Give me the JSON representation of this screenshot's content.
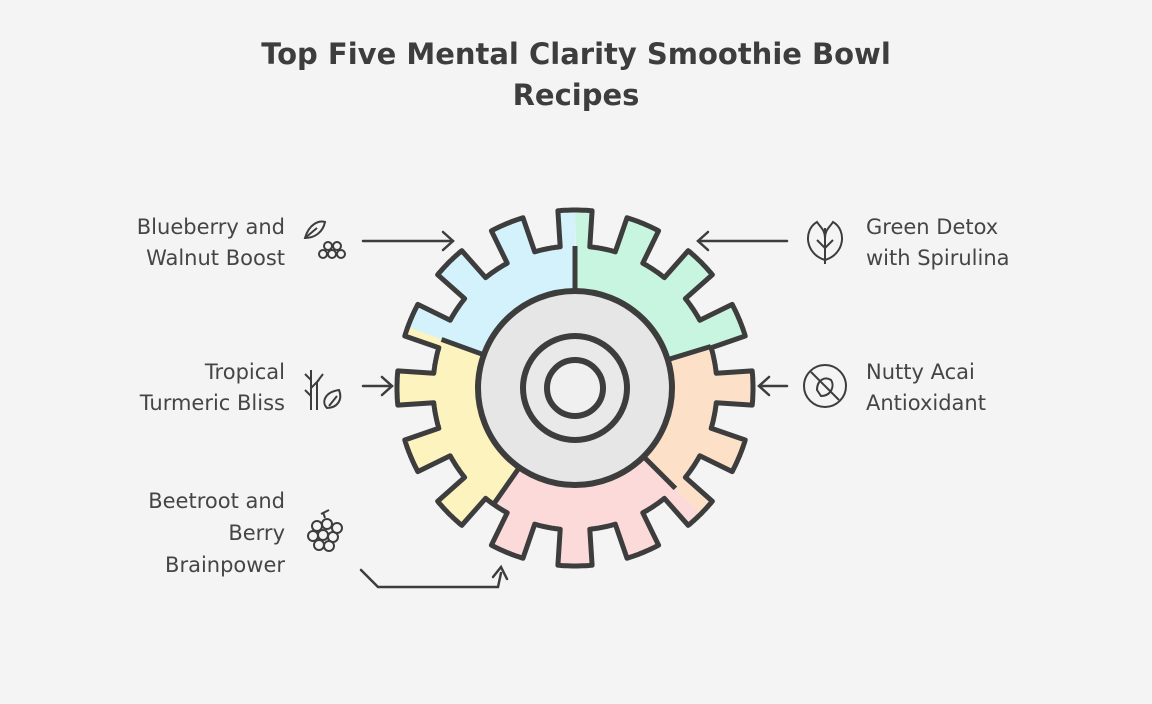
{
  "title_line1": "Top Five Mental Clarity Smoothie Bowl",
  "title_line2": "Recipes",
  "items": [
    {
      "line1": "Blueberry and",
      "line2": "Walnut Boost",
      "icon": "berries-leaf-icon",
      "color": "#d3f2fb"
    },
    {
      "line1": "Green Detox",
      "line2": "with Spirulina",
      "icon": "spinach-leaf-icon",
      "color": "#c8f5e0"
    },
    {
      "line1": "Nutty Acai",
      "line2": "Antioxidant",
      "icon": "no-nut-icon",
      "color": "#fde0c8"
    },
    {
      "line1": "Beetroot and",
      "line2": "Berry",
      "line3": "Brainpower",
      "icon": "raspberry-icon",
      "color": "#fcdada"
    },
    {
      "line1": "Tropical",
      "line2": "Turmeric Bliss",
      "icon": "turmeric-plant-icon",
      "color": "#fdf3bf"
    }
  ],
  "stroke_color": "#3d3d3d",
  "hub_color": "#e6e6e6"
}
